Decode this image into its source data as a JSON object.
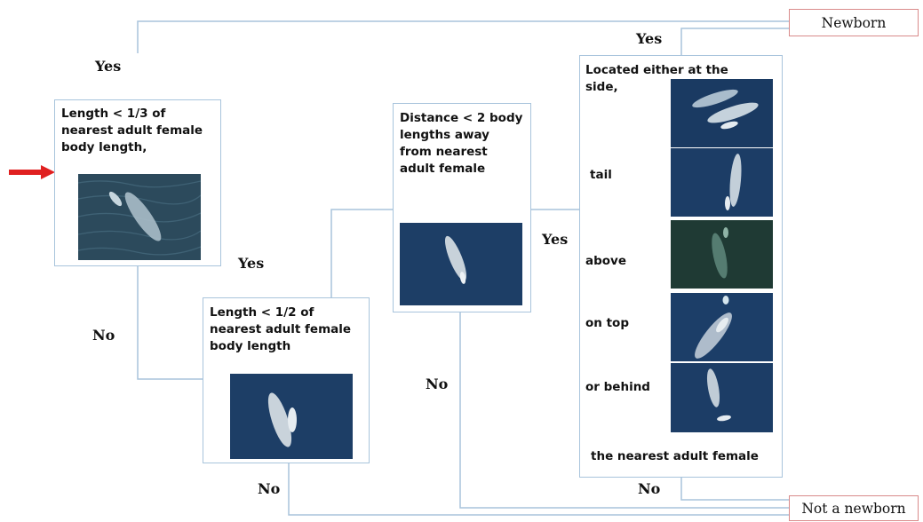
{
  "criteria": {
    "step1": "Length < 1/3 of nearest adult female body length,",
    "step2": "Length < 1/2 of nearest adult female body length",
    "step3": "Distance < 2 body lengths away from nearest adult female",
    "step4_intro": "Located either at the side,",
    "positions": [
      "tail",
      "above",
      "on top",
      "or behind"
    ],
    "step4_outro": "the nearest adult female"
  },
  "labels": {
    "yes": "Yes",
    "no": "No"
  },
  "outcomes": {
    "positive": "Newborn",
    "negative": "Not a newborn"
  },
  "colors": {
    "connector": "#a8c4dc",
    "box_border": "#a8c4dc",
    "outcome_border": "#d98a8a",
    "start_arrow": "#e02020",
    "ocean_deep": "#1d3e66",
    "ocean_dark_green": "#1f3a34"
  },
  "icons": {
    "start": "red-arrow-right-icon"
  }
}
